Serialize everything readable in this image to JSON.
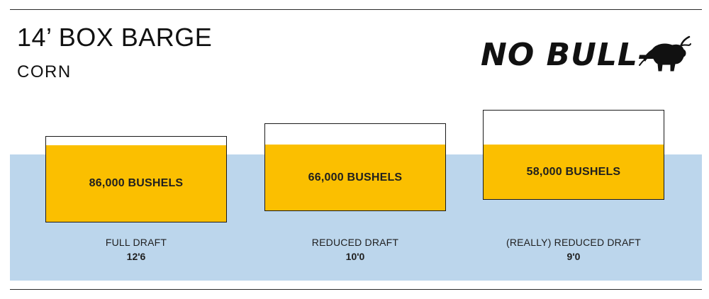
{
  "header": {
    "title": "14’ BOX BARGE",
    "subtitle": "CORN"
  },
  "logo": {
    "text": "NO BULL—",
    "icon": "bull-icon"
  },
  "colors": {
    "water": "#bcd6ec",
    "cargo": "#fbbf00",
    "barge_outline": "#1a1a1a"
  },
  "barges": [
    {
      "volume_label": "86,000 BUSHELS",
      "draft_name": "FULL DRAFT",
      "draft_value": "12'6"
    },
    {
      "volume_label": "66,000 BUSHELS",
      "draft_name": "REDUCED DRAFT",
      "draft_value": "10'0"
    },
    {
      "volume_label": "58,000 BUSHELS",
      "draft_name": "(REALLY) REDUCED DRAFT",
      "draft_value": "9'0"
    }
  ]
}
